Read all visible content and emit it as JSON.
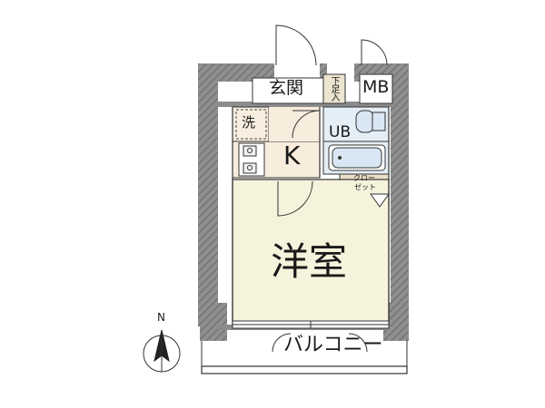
{
  "rooms": {
    "genkan": "玄関",
    "geta": "下足入",
    "mb": "MB",
    "sen": "洗",
    "ub": "UB",
    "k": "K",
    "closet_1": "クロー",
    "closet_2": "ゼット",
    "yoshitsu": "洋室",
    "balcony": "バルコニー"
  },
  "compass": {
    "north": "N"
  },
  "colors": {
    "wall": "#8c8c8c",
    "hatch": "#6f6f6f",
    "western_room": "#f6f3dc",
    "kitchen": "#f8ecdc",
    "washroom": "#f7eedf",
    "unit_bath": "#e4eef6",
    "closet": "#eadfc7",
    "shoe_box": "#ece4cf",
    "outline": "#2b2b2b",
    "fixture_fill": "#d8e7f3"
  }
}
